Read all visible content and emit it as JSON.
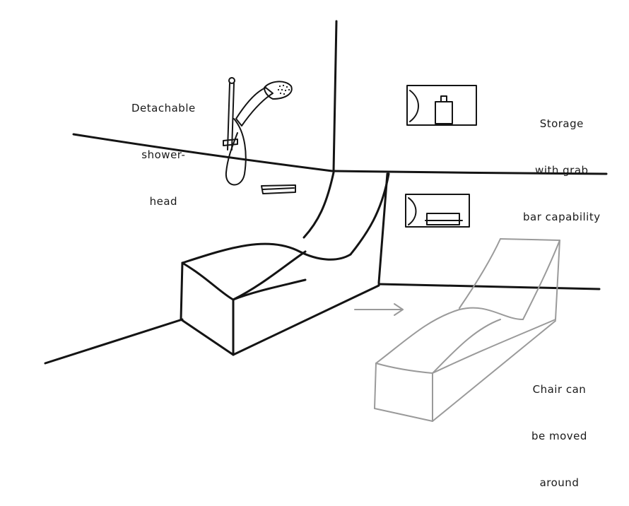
{
  "labels": {
    "shower": [
      "Detachable",
      "shower-",
      "head"
    ],
    "storage": [
      "Storage",
      "with grab",
      "bar capability"
    ],
    "chair": [
      "Chair can",
      "be moved",
      "around"
    ]
  },
  "colors": {
    "ink": "#141414",
    "moved_chair": "#9a9a9a",
    "background": "#ffffff"
  },
  "icons": {
    "arrow": "right-arrow-icon",
    "shower": "shower-head-icon"
  }
}
